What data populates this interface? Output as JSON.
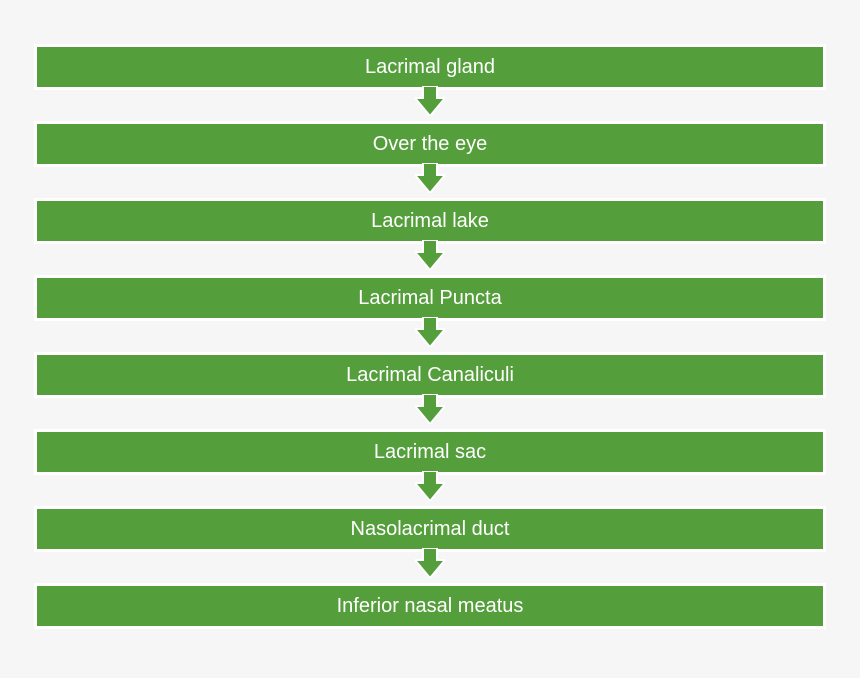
{
  "colors": {
    "background": "#f6f6f6",
    "box_fill": "#559e3c",
    "box_border": "#ffffff",
    "arrow_fill": "#559e3c",
    "text": "#ffffff"
  },
  "flow": {
    "steps": [
      "Lacrimal gland",
      "Over the eye",
      "Lacrimal lake",
      "Lacrimal Puncta",
      "Lacrimal Canaliculi",
      "Lacrimal sac",
      "Nasolacrimal duct",
      "Inferior nasal meatus"
    ]
  }
}
